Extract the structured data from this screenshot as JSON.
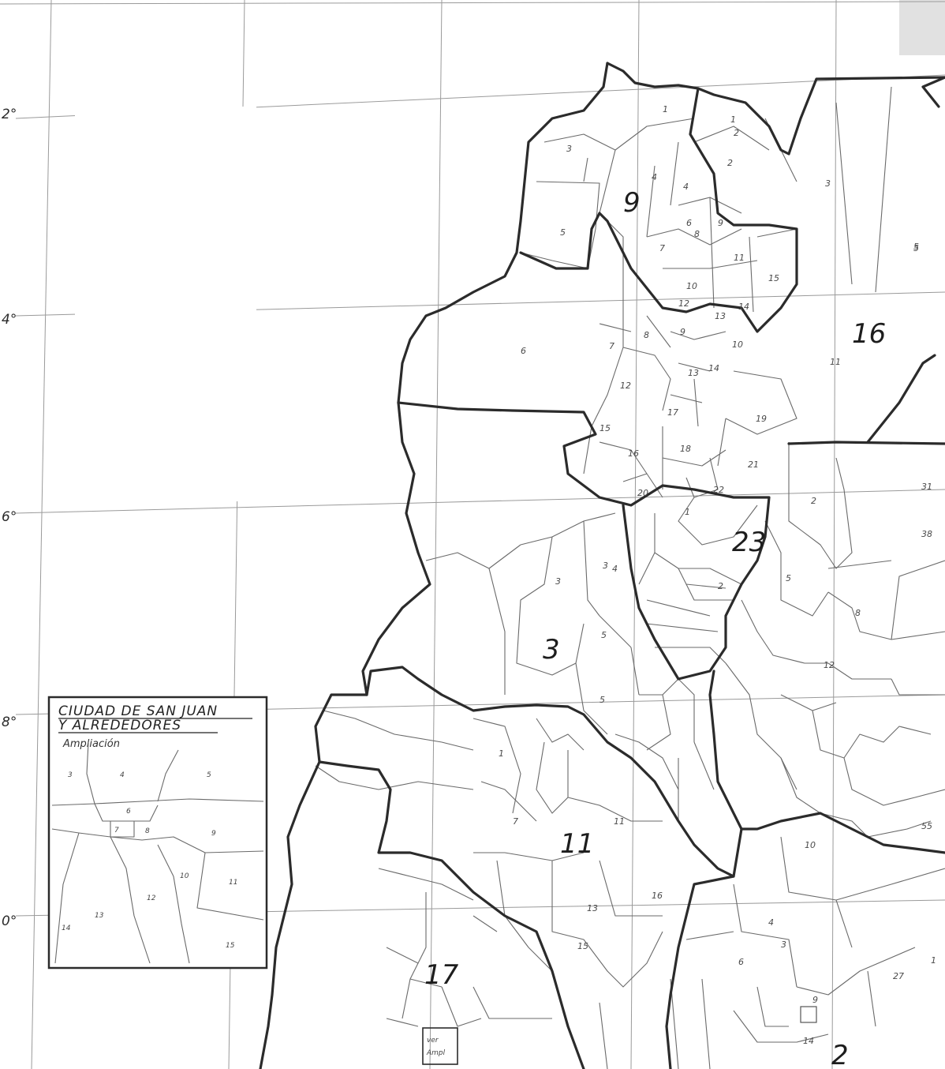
{
  "map": {
    "latitude_labels": [
      "2°",
      "4°",
      "6°",
      "8°",
      "0°"
    ],
    "province_numbers": [
      "9",
      "16",
      "3",
      "23",
      "11",
      "17",
      "2"
    ],
    "district_numbers": [
      "1",
      "2",
      "3",
      "4",
      "5",
      "6",
      "1",
      "2",
      "3",
      "4",
      "5",
      "6",
      "7",
      "8",
      "9",
      "10",
      "11",
      "12",
      "13",
      "14",
      "15",
      "3",
      "5",
      "11",
      "7",
      "8",
      "9",
      "10",
      "12",
      "13",
      "14",
      "15",
      "16",
      "17",
      "18",
      "19",
      "20",
      "21",
      "22",
      "1",
      "2",
      "3",
      "4",
      "5",
      "1",
      "2",
      "3",
      "4",
      "5",
      "6",
      "7",
      "8",
      "9",
      "10",
      "11",
      "12",
      "13",
      "14",
      "15",
      "16"
    ],
    "edge_numbers": [
      "5",
      "31",
      "38",
      "55",
      "27",
      "1"
    ],
    "ampl_box": [
      "ver",
      "Ampl"
    ]
  },
  "inset": {
    "title_line1": "CIUDAD DE SAN JUAN",
    "title_line2": "Y ALREDEDORES",
    "subtitle": "Ampliación",
    "district_numbers": [
      "3",
      "4",
      "5",
      "6",
      "7",
      "8",
      "9",
      "10",
      "11",
      "12",
      "13",
      "14",
      "15"
    ]
  }
}
